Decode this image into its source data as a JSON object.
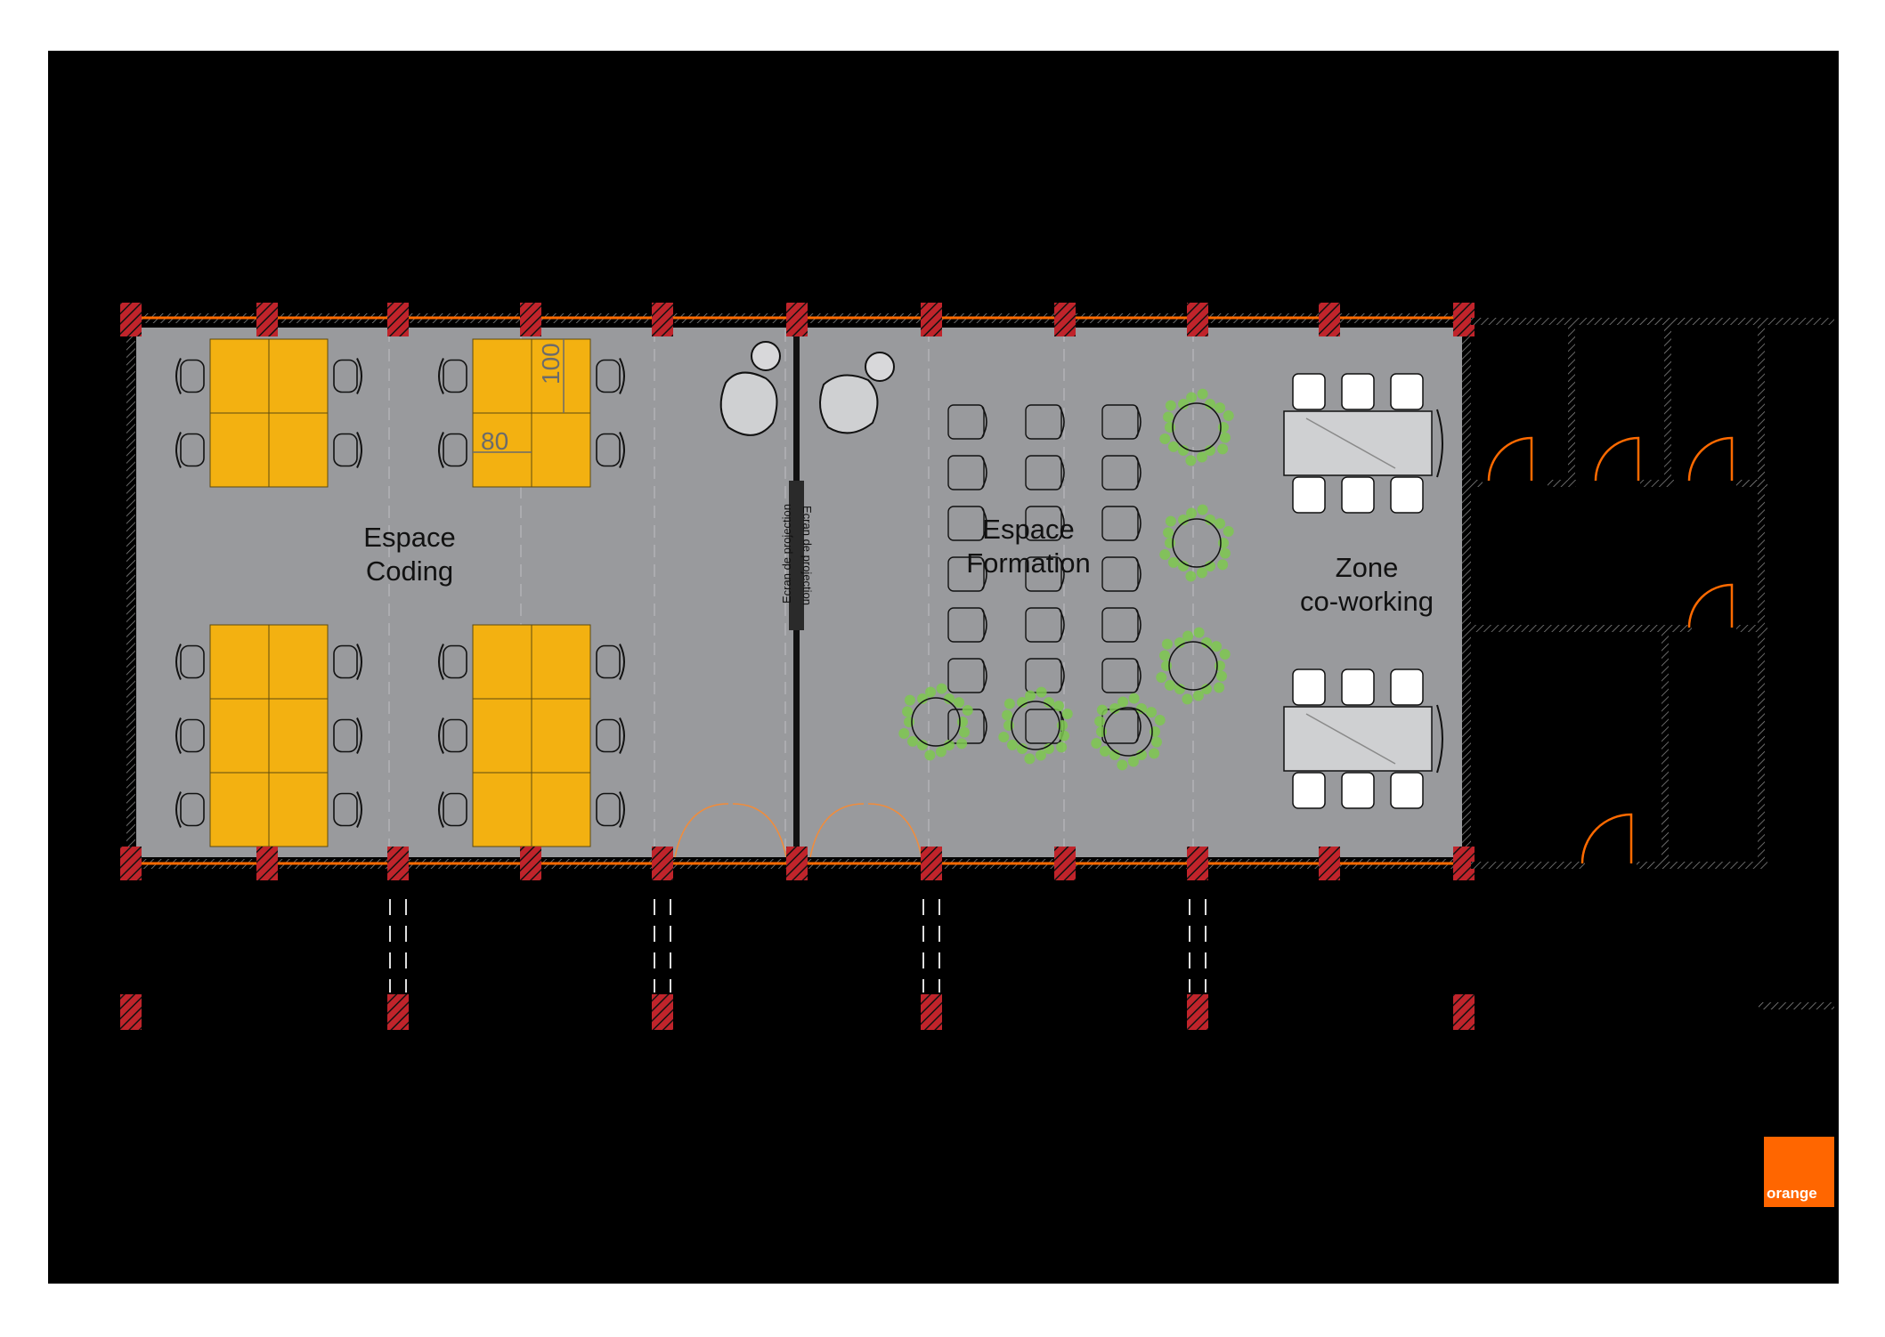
{
  "plan": {
    "rooms": {
      "coding": {
        "line1": "Espace",
        "line2": "Coding"
      },
      "formation": {
        "line1": "Espace",
        "line2": "Formation"
      },
      "coworking": {
        "line1": "Zone",
        "line2": "co-working"
      }
    },
    "screen_label": "Ecran de projection",
    "dimensions": {
      "width": "80",
      "depth": "100"
    },
    "logo_text": "orange"
  },
  "colors": {
    "frame": "#000000",
    "floor": "#999a9d",
    "desk": "#f3b111",
    "wall_accent": "#ff6a00",
    "column": "#c0242b",
    "plant": "#7ec850",
    "logo": "#ff6600"
  }
}
